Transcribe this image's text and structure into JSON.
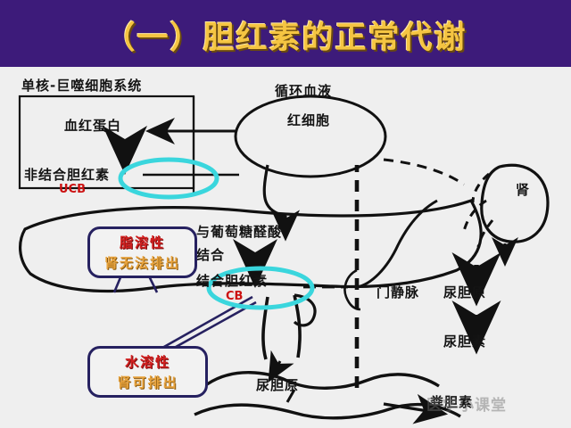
{
  "slide": {
    "title": "（一）胆红素的正常代谢",
    "title_color": "#f5c542",
    "band_color": "#3d1b7a",
    "canvas_color": "#efefef"
  },
  "diagram": {
    "name": "bilirubin-normal-metabolism-diagram",
    "highlight_color": "#3ad6dd",
    "labels": [
      {
        "id": "mononuclear-macrophage-system",
        "text": "单核-巨噬细胞系统"
      },
      {
        "id": "hemoglobin",
        "text": "血红蛋白"
      },
      {
        "id": "unconjugated-bilirubin",
        "text": "非结合胆红素"
      },
      {
        "id": "ucb-abbrev",
        "text": "UCB"
      },
      {
        "id": "circulating-blood",
        "text": "循环血液"
      },
      {
        "id": "red-blood-cell",
        "text": "红细胞"
      },
      {
        "id": "glucuronic-acid-conjugation-1",
        "text": "与葡萄糖醛酸"
      },
      {
        "id": "glucuronic-acid-conjugation-2",
        "text": "结合"
      },
      {
        "id": "conjugated-bilirubin",
        "text": "结合胆红素"
      },
      {
        "id": "cb-abbrev",
        "text": "CB"
      },
      {
        "id": "kidney",
        "text": "肾"
      },
      {
        "id": "portal-vein",
        "text": "门静脉"
      },
      {
        "id": "urine-urobilinogen",
        "text": "尿胆原"
      },
      {
        "id": "urobilin",
        "text": "尿胆素"
      },
      {
        "id": "intestinal-urobilinogen",
        "text": "尿胆原"
      },
      {
        "id": "stercobilin",
        "text": "粪胆素"
      }
    ],
    "callouts": [
      {
        "id": "lipid-soluble-callout",
        "line1": "脂溶性",
        "line2": "肾无法排出",
        "line1_color": "#d32020",
        "line2_color": "#e8a33d",
        "border_color": "#262160"
      },
      {
        "id": "water-soluble-callout",
        "line1": "水溶性",
        "line2": "肾可排出",
        "line1_color": "#d32020",
        "line2_color": "#e8a33d",
        "border_color": "#262160"
      }
    ]
  },
  "watermark": {
    "text": "医学小课堂"
  }
}
